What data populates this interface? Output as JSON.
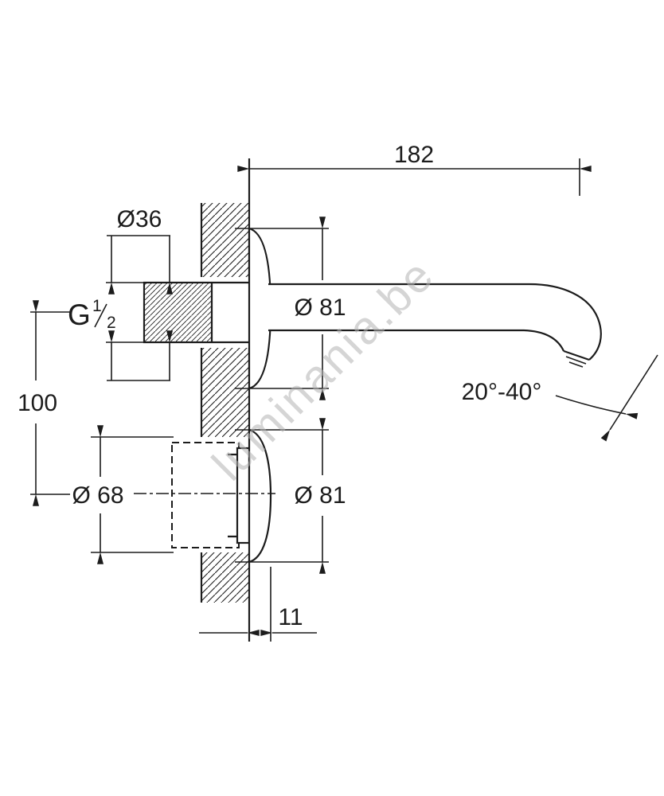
{
  "meta": {
    "background": "#ffffff",
    "line_color": "#1c1c1c",
    "drawing_type": "wall-mounted basin spout dimensional drawing"
  },
  "watermark": {
    "text": "luminania.be",
    "color": "#b3b3b3"
  },
  "dimensions": {
    "reach": "182",
    "nipple_diameter": "Ø36",
    "thread": {
      "label": "G 1/2",
      "prefix": "G",
      "numerator": "1",
      "denominator": "2"
    },
    "center_distance": "100",
    "upper_flange_diameter": "Ø 81",
    "lower_flange_diameter": "Ø 81",
    "body_diameter": "Ø 68",
    "flange_thickness": "11",
    "spout_angle_range": "20°-40°"
  }
}
